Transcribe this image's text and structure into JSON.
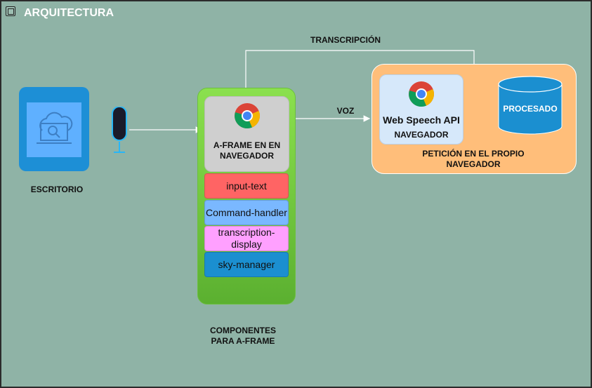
{
  "header": {
    "title": "ARQUITECTURA"
  },
  "nodes": {
    "escritorio": "ESCRITORIO",
    "aframe": "A-FRAME EN EN NAVEGADOR",
    "componentes": "COMPONENTES PARA A-FRAME",
    "web_speech": "Web Speech API",
    "navegador": "NAVEGADOR",
    "procesado": "PROCESADO",
    "peticion": "PETICIÓN  EN EL PROPIO NAVEGADOR"
  },
  "components": [
    {
      "label": "input-text",
      "color": "#ff6464"
    },
    {
      "label": "Command-handler",
      "color": "#7ab8ff"
    },
    {
      "label": "transcription-display",
      "color": "#ffa0ff"
    },
    {
      "label": "sky-manager",
      "color": "#1b8fd0"
    }
  ],
  "edges": {
    "transcripcion": "TRANSCRIPCIÓN",
    "voz": "VOZ"
  },
  "colors": {
    "background": "#8fb3a6",
    "container_green": "#7ccf45",
    "container_orange": "#ffbe7a",
    "database": "#1b8fd0"
  },
  "icons": [
    "chip-icon",
    "desktop-cloud-icon",
    "microphone-icon",
    "chrome-icon",
    "database-icon"
  ]
}
